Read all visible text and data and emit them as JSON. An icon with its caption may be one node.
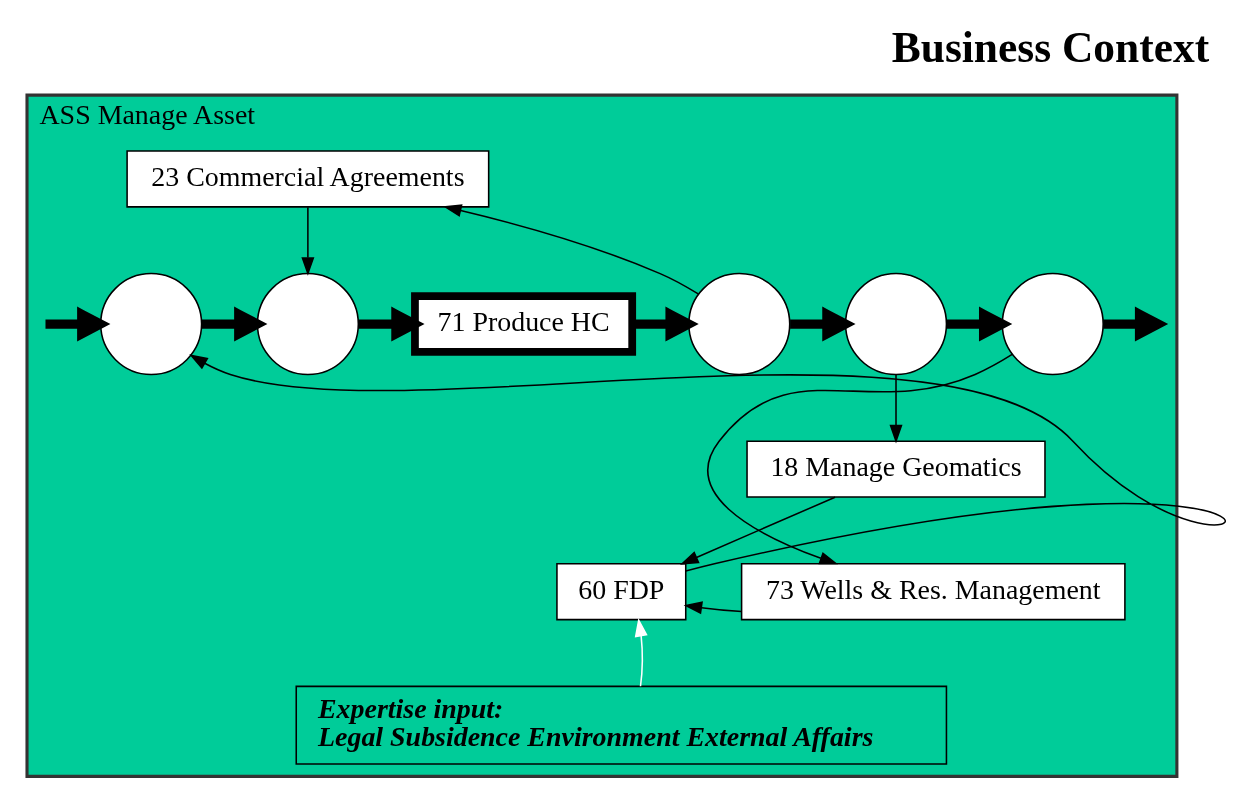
{
  "diagram": {
    "title": "Business Context",
    "nodes": [
      {
        "text": [
          "ASS Manage Asset"
        ]
      },
      {
        "text": [],
        "shape": "circle",
        "in": 0
      },
      {
        "text": [],
        "shape": "circle",
        "in": 0
      },
      {
        "text": [
          "23 Commercial Agreements"
        ],
        "in": 0
      },
      {
        "text": [
          "71 Produce HC"
        ],
        "in": 0
      },
      {
        "text": [],
        "shape": "circle",
        "in": 0
      },
      {
        "text": [],
        "shape": "circle",
        "in": 0
      },
      {
        "text": [],
        "shape": "circle",
        "in": 0
      },
      {
        "text": [
          "18 Manage Geomatics"
        ],
        "in": 0
      },
      {
        "text": [
          "73 Wells & Res. Management"
        ],
        "in": 0
      },
      {
        "text": [
          "60 FDP"
        ],
        "in": 0
      },
      {
        "text": [
          "Expertise input:",
          "Legal Subsidence Environment External Affairs"
        ],
        "in": 0
      }
    ],
    "edges": [
      {
        "from": null,
        "to": 1,
        "arrow": "to",
        "style": "thick"
      },
      {
        "from": 1,
        "to": 2,
        "arrow": "to",
        "style": "thick"
      },
      {
        "from": 2,
        "to": 4,
        "arrow": "to",
        "style": "thick"
      },
      {
        "from": 4,
        "to": 5,
        "arrow": "to",
        "style": "thick"
      },
      {
        "from": 5,
        "to": 6,
        "arrow": "to",
        "style": "thick"
      },
      {
        "from": 6,
        "to": 7,
        "arrow": "to",
        "style": "thick"
      },
      {
        "from": 7,
        "to": null,
        "arrow": "to",
        "style": "thick"
      },
      {
        "from": 5,
        "to": 3,
        "arrow": "to"
      },
      {
        "from": 3,
        "to": 2,
        "arrow": "to"
      },
      {
        "from": 6,
        "to": 8,
        "arrow": "to"
      },
      {
        "from": 7,
        "to": 9,
        "arrow": "to"
      },
      {
        "from": 8,
        "to": 10,
        "arrow": "to"
      },
      {
        "from": 9,
        "to": 10,
        "arrow": "to"
      },
      {
        "from": 10,
        "to": 1,
        "arrow": "to"
      },
      {
        "from": 11,
        "to": 10,
        "arrow": "to",
        "color": "#ffffff"
      }
    ]
  }
}
